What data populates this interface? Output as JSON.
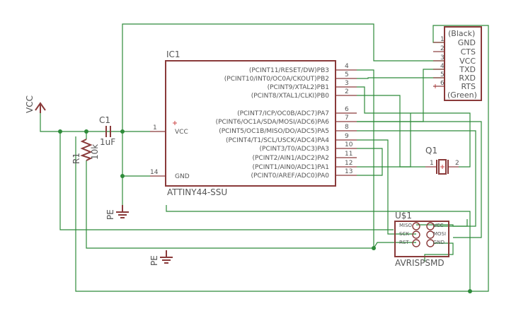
{
  "colors": {
    "symbol": "#8a3a3a",
    "wire": "#2e8b3a",
    "text": "#555555",
    "background": "#ffffff"
  },
  "ic1": {
    "name": "IC1",
    "value": "ATTINY44-SSU",
    "vcc_label": "VCC",
    "gnd_label": "GND",
    "vcc_pin": "1",
    "gnd_pin": "14",
    "right_pins": [
      {
        "label": "(PCINT11/RESET/DW)PB3",
        "num": "4"
      },
      {
        "label": "(PCINT10/INT0/OC0A/CKOUT)PB2",
        "num": "5"
      },
      {
        "label": "(PCINT9/XTAL2)PB1",
        "num": "3"
      },
      {
        "label": "(PCINT8/XTAL1/CLKI)PB0",
        "num": "2"
      },
      {
        "label": "(PCINT7/ICP/OC0B/ADC7)PA7",
        "num": "6"
      },
      {
        "label": "(PCINT6/OC1A/SDA/MOSI/ADC6)PA6",
        "num": "7"
      },
      {
        "label": "(PCINT5/OC1B/MISO/DO/ADC5)PA5",
        "num": "8"
      },
      {
        "label": "(PCINT4/T1/SCL/USCK/ADC4)PA4",
        "num": "9"
      },
      {
        "label": "(PCINT3/T0/ADC3)PA3",
        "num": "10"
      },
      {
        "label": "(PCINT2/AIN1/ADC2)PA2",
        "num": "11"
      },
      {
        "label": "(PCINT1/AIN0/ADC1)PA1",
        "num": "12"
      },
      {
        "label": "(PCINT0/AREF/ADC0)PA0",
        "num": "13"
      }
    ]
  },
  "ftdi": {
    "top_label": "(Black)",
    "bottom_label": "(Green)",
    "pins": [
      {
        "num": "1",
        "label": "GND"
      },
      {
        "num": "2",
        "label": "CTS"
      },
      {
        "num": "3",
        "label": "VCC"
      },
      {
        "num": "4",
        "label": "TXD"
      },
      {
        "num": "5",
        "label": "RXD"
      },
      {
        "num": "6",
        "label": "RTS"
      }
    ]
  },
  "c1": {
    "name": "C1",
    "value": "1uF"
  },
  "r1": {
    "name": "R1",
    "value": "10k"
  },
  "q1": {
    "name": "Q1",
    "pin1": "1",
    "pin2": "2"
  },
  "vcc": {
    "label": "VCC"
  },
  "pe": {
    "label": "PE"
  },
  "isp": {
    "name": "U$1",
    "value": "AVRISPSMD",
    "left_pins": [
      "MISO",
      "SCK",
      "RST"
    ],
    "right_pins": [
      "VCC",
      "MOSI",
      "GND"
    ]
  }
}
